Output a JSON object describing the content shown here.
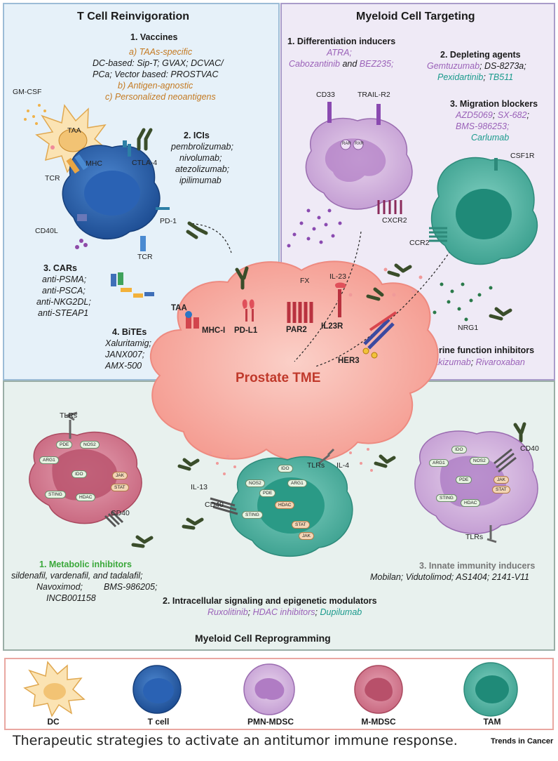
{
  "panels": {
    "tcell": {
      "title": "T Cell Reinvigoration",
      "vaccines": {
        "head": "1. Vaccines",
        "line1": "a) TAAs-specific",
        "line2": "DC-based: Sip-T; GVAX; DCVAC/",
        "line3": "PCa; Vector based: PROSTVAC",
        "line4": "b) Antigen-agnostic",
        "line5": "c) Personalized neoantigens"
      },
      "icis": {
        "head": "2. ICIs",
        "items": [
          "pembrolizumab;",
          "nivolumab;",
          "atezolizumab;",
          "ipilimumab"
        ]
      },
      "cars": {
        "head": "3. CARs",
        "items": [
          "anti-PSMA;",
          "anti-PSCA;",
          "anti-NKG2DL;",
          "anti-STEAP1"
        ]
      },
      "bites": {
        "head": "4. BiTEs",
        "items": [
          "Xaluritamig;",
          "JANX007;",
          "AMX-500"
        ]
      },
      "labels": {
        "gmcsf": "GM-CSF",
        "taa": "TAA",
        "mhc": "MHC",
        "tcr": "TCR",
        "ctla4": "CTLA-4",
        "pd1": "PD-1",
        "cd40l": "CD40L",
        "tcr2": "TCR",
        "taa2": "TAA",
        "mhc1": "MHC-I",
        "pdl1": "PD-L1"
      }
    },
    "myeloid": {
      "title": "Myeloid Cell Targeting",
      "diff": {
        "head": "1. Differentiation inducers",
        "line1": "ATRA;",
        "line2a": "Cabozantinib",
        "line2b": " and ",
        "line2c": "BEZ235;"
      },
      "deplete": {
        "head": "2. Depleting agents",
        "line1a": "Gemtuzumab",
        "line1b": "; DS-8273a;",
        "line2a": "Pexidartinib",
        "line2b": "; ",
        "line2c": "TB511"
      },
      "migration": {
        "head": "3. Migration blockers",
        "line1a": "AZD5069",
        "line1b": "; ",
        "line1c": "SX-682",
        "line1d": ";",
        "line2": "BMS-986253;",
        "line3": "Carlumab"
      },
      "paracrine": {
        "head": "4. Paracrine function inhibitors",
        "line1a": "Tildrakizumab",
        "line1b": "; ",
        "line1c": "Rivaroxaban"
      },
      "labels": {
        "cd33": "CD33",
        "trailr2": "TRAIL-R2",
        "rar": "RAR",
        "rxr": "RXR",
        "cxcr2": "CXCR2",
        "csf1r": "CSF1R",
        "ccr2": "CCR2",
        "fx": "FX",
        "il23": "IL-23",
        "par2": "PAR2",
        "il23r": "IL23R",
        "her3": "HER3",
        "nrg1": "NRG1"
      }
    },
    "center": {
      "tme": "Prostate TME"
    },
    "reprog": {
      "title": "Myeloid Cell Reprogramming",
      "metabolic": {
        "head": "1. Metabolic inhibitors",
        "line1": "sildenafil, vardenafil, and tadalafil;",
        "line2a": "Navoximod;",
        "line2b": "BMS-986205;",
        "line3": "INCB001158"
      },
      "intracellular": {
        "head": "2. Intracellular signaling and epigenetic modulators",
        "line1a": "Ruxolitinib",
        "line1b": "; ",
        "line1c": "HDAC inhibitors",
        "line1d": "; ",
        "line1e": "Dupilumab"
      },
      "innate": {
        "head": "3. Innate immunity inducers",
        "line1": "Mobilan; Vidutolimod; AS1404; 2141-V11"
      },
      "labels": {
        "tlrs1": "TLRs",
        "cd40_1": "CD40",
        "il13": "IL-13",
        "tlrs2": "TLRs",
        "il4": "IL-4",
        "cd40_2": "CD40",
        "cd40_3": "CD40",
        "tlrs3": "TLRs"
      },
      "pills_mmdsc": [
        "PDE",
        "NOS2",
        "ARG1",
        "IDO",
        "JAK",
        "STAT",
        "STING",
        "HDAC"
      ],
      "pills_tam": [
        "IDO",
        "NOS2",
        "ARG1",
        "PDE",
        "HDAC",
        "STING",
        "STAT",
        "JAK"
      ],
      "pills_pmn": [
        "IDO",
        "ARG1",
        "NOS2",
        "PDE",
        "JAK",
        "STAT",
        "STING",
        "HDAC"
      ]
    }
  },
  "legend": {
    "items": [
      "DC",
      "T cell",
      "PMN-MDSC",
      "M-MDSC",
      "TAM"
    ]
  },
  "caption": "Therapeutic strategies to activate an antitumor immune response.",
  "brand": "Trends in Cancer",
  "colors": {
    "orange": "#c47a22",
    "purple": "#9a61b8",
    "teal": "#1a9a8c",
    "green": "#3aa83a",
    "tme": "#f6a69c"
  }
}
